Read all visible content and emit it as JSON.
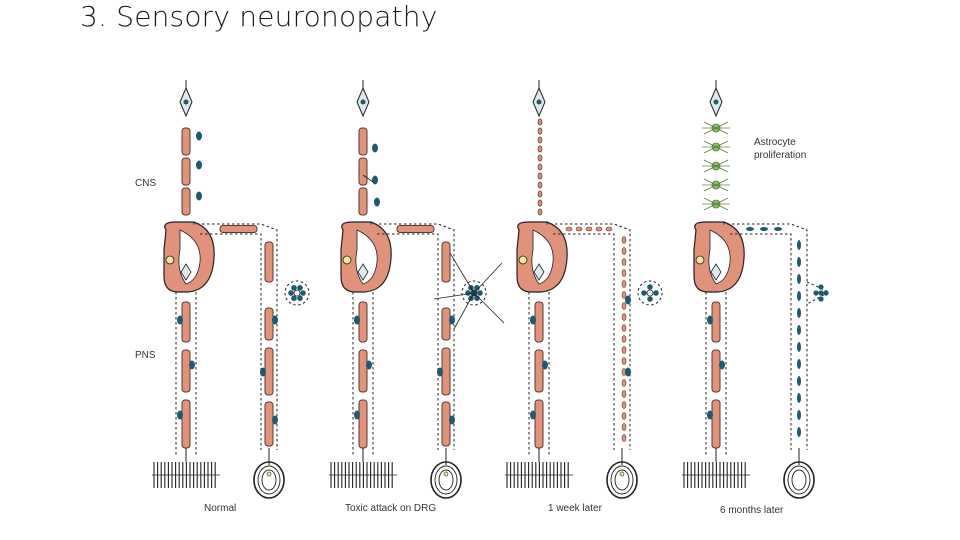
{
  "slide": {
    "title": "3. Sensory neuronopathy"
  },
  "figure": {
    "region_labels": {
      "cns": "CNS",
      "pns": "PNS"
    },
    "annotation": {
      "line1": "Astrocyte",
      "line2": "proliferation"
    },
    "panels": [
      {
        "caption": "Normal"
      },
      {
        "caption": "Toxic attack on DRG"
      },
      {
        "caption": "1 week later"
      },
      {
        "caption": "6 months later"
      }
    ],
    "colors": {
      "myelin": "#e0927a",
      "myelin_stroke": "#5a3a30",
      "nucleus": "#1f5a6e",
      "astrocyte": "#8fc06a",
      "line": "#222222"
    }
  }
}
